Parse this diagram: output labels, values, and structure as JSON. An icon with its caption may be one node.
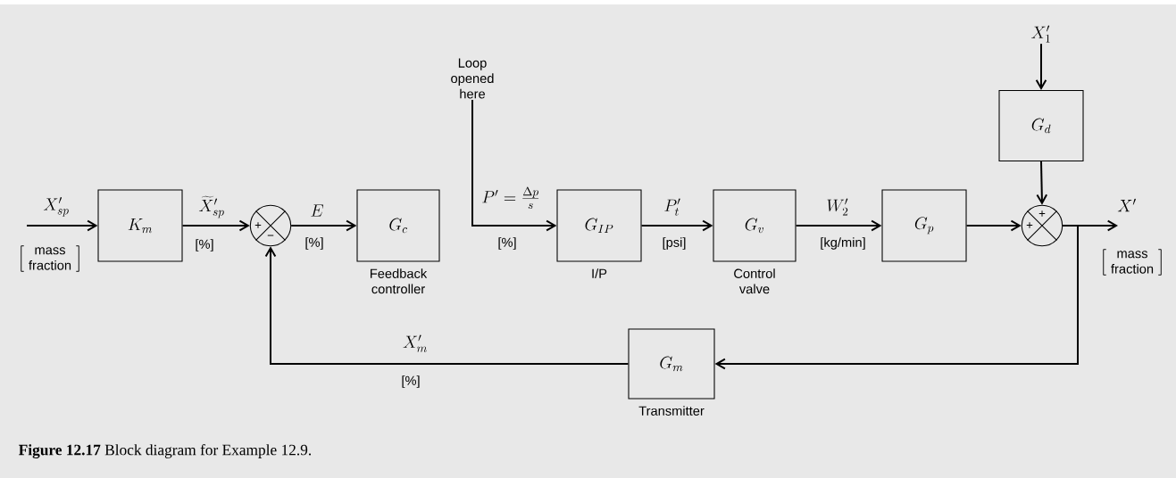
{
  "diagram": {
    "caption": "**Figure 12.17** Block diagram for Example 12.9.",
    "nodes": [
      {
        "text": [
          "K_m"
        ]
      },
      {
        "text": [
          "+",
          "−"
        ]
      },
      {
        "text": [
          "G_c"
        ],
        "beside": [
          "Feedback controller"
        ]
      },
      {
        "text": [
          "Loop opened here"
        ]
      },
      {
        "text": [
          "G_{IP}"
        ],
        "beside": [
          "I/P"
        ]
      },
      {
        "text": [
          "G_v"
        ],
        "beside": [
          "Control valve"
        ]
      },
      {
        "text": [
          "G_p"
        ]
      },
      {
        "text": [
          "X'_1"
        ]
      },
      {
        "text": [
          "G_d"
        ]
      },
      {
        "text": [
          "+",
          "+"
        ]
      },
      {
        "text": [
          "G_m"
        ],
        "beside": [
          "Transmitter"
        ]
      }
    ],
    "edges": [
      {
        "from": null,
        "to": 0,
        "arrow": "to",
        "label": "X'_{sp}"
      },
      {
        "from": 0,
        "to": 1,
        "arrow": "to",
        "label": "\\widetilde{X}'_{sp}"
      },
      {
        "from": 1,
        "to": 2,
        "arrow": "to",
        "label": "E"
      },
      {
        "from": 3,
        "to": 4,
        "arrow": "to",
        "label": "P' = \\frac{\\Delta p}{s}"
      },
      {
        "from": 4,
        "to": 5,
        "arrow": "to",
        "label": "P'_t"
      },
      {
        "from": 5,
        "to": 6,
        "arrow": "to",
        "label": "W'_2"
      },
      {
        "from": 6,
        "to": 9,
        "arrow": "to"
      },
      {
        "from": 7,
        "to": 8,
        "arrow": "to"
      },
      {
        "from": 8,
        "to": 9,
        "arrow": "to"
      },
      {
        "from": 9,
        "to": null,
        "arrow": "to",
        "label": "X'"
      },
      {
        "from": 9,
        "to": 10,
        "arrow": "to"
      },
      {
        "from": 10,
        "to": 1,
        "arrow": "to",
        "label": "X'_m"
      }
    ],
    "labels": [
      "mass fraction",
      "[%]",
      "[%]",
      "[%]",
      "[psi]",
      "[kg/min]",
      "mass fraction",
      "[%]"
    ]
  }
}
